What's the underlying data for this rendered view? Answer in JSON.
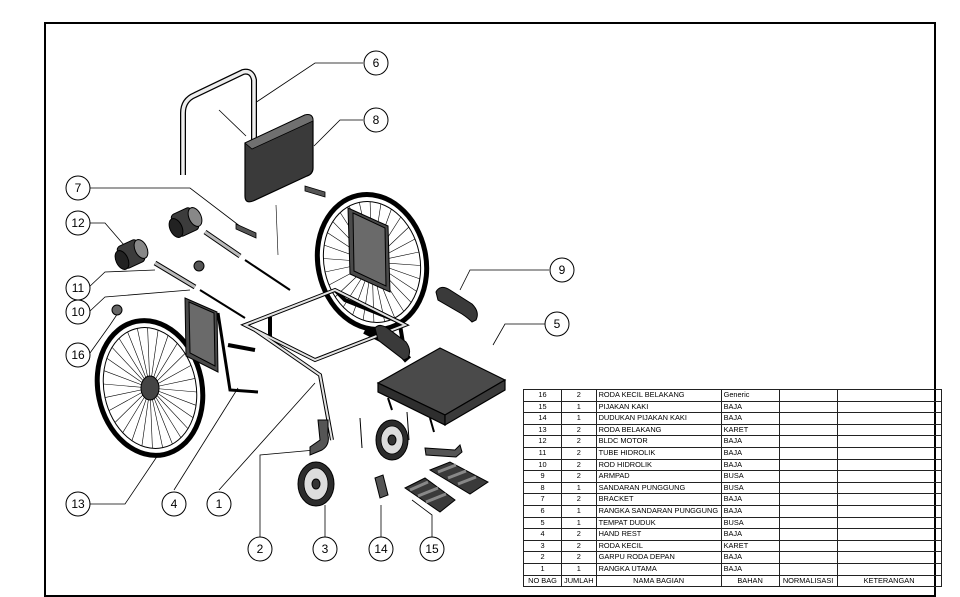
{
  "callouts": [
    "1",
    "2",
    "3",
    "4",
    "5",
    "6",
    "7",
    "8",
    "9",
    "10",
    "11",
    "12",
    "13",
    "14",
    "15",
    "16"
  ],
  "bom": {
    "headers": [
      "NO BAG",
      "JUMLAH",
      "NAMA BAGIAN",
      "BAHAN",
      "NORMALISASI",
      "KETERANGAN"
    ],
    "rows": [
      {
        "no": "16",
        "qty": "2",
        "name": "RODA KECIL BELAKANG",
        "material": "Generic",
        "norm": "",
        "note": ""
      },
      {
        "no": "15",
        "qty": "1",
        "name": "PIJAKAN KAKI",
        "material": "BAJA",
        "norm": "",
        "note": ""
      },
      {
        "no": "14",
        "qty": "1",
        "name": "DUDUKAN PIJAKAN KAKI",
        "material": "BAJA",
        "norm": "",
        "note": ""
      },
      {
        "no": "13",
        "qty": "2",
        "name": "RODA BELAKANG",
        "material": "KARET",
        "norm": "",
        "note": ""
      },
      {
        "no": "12",
        "qty": "2",
        "name": "BLDC MOTOR",
        "material": "BAJA",
        "norm": "",
        "note": ""
      },
      {
        "no": "11",
        "qty": "2",
        "name": "TUBE HIDROLIK",
        "material": "BAJA",
        "norm": "",
        "note": ""
      },
      {
        "no": "10",
        "qty": "2",
        "name": "ROD HIDROLIK",
        "material": "BAJA",
        "norm": "",
        "note": ""
      },
      {
        "no": "9",
        "qty": "2",
        "name": "ARMPAD",
        "material": "BUSA",
        "norm": "",
        "note": ""
      },
      {
        "no": "8",
        "qty": "1",
        "name": "SANDARAN PUNGGUNG",
        "material": "BUSA",
        "norm": "",
        "note": ""
      },
      {
        "no": "7",
        "qty": "2",
        "name": "BRACKET",
        "material": "BAJA",
        "norm": "",
        "note": ""
      },
      {
        "no": "6",
        "qty": "1",
        "name": "RANGKA SANDARAN PUNGGUNG",
        "material": "BAJA",
        "norm": "",
        "note": ""
      },
      {
        "no": "5",
        "qty": "1",
        "name": "TEMPAT DUDUK",
        "material": "BUSA",
        "norm": "",
        "note": ""
      },
      {
        "no": "4",
        "qty": "2",
        "name": "HAND REST",
        "material": "BAJA",
        "norm": "",
        "note": ""
      },
      {
        "no": "3",
        "qty": "2",
        "name": "RODA KECIL",
        "material": "KARET",
        "norm": "",
        "note": ""
      },
      {
        "no": "2",
        "qty": "2",
        "name": "GARPU RODA DEPAN",
        "material": "BAJA",
        "norm": "",
        "note": ""
      },
      {
        "no": "1",
        "qty": "1",
        "name": "RANGKA UTAMA",
        "material": "BAJA",
        "norm": "",
        "note": ""
      }
    ]
  }
}
